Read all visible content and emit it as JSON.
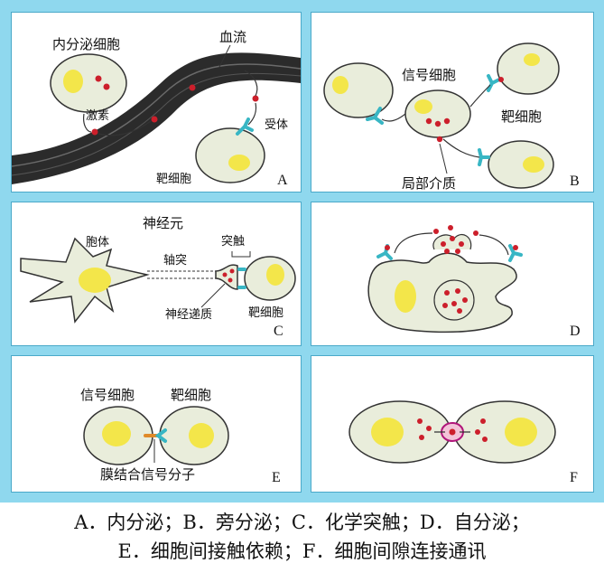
{
  "panels": {
    "a": {
      "letter": "A",
      "labels": {
        "endocrine_cell": "内分泌细胞",
        "blood_flow": "血流",
        "hormone": "激素",
        "receptor": "受体",
        "target_cell": "靶细胞"
      }
    },
    "b": {
      "letter": "B",
      "labels": {
        "signal_cell": "信号细胞",
        "target_cell": "靶细胞",
        "local_mediator": "局部介质"
      }
    },
    "c": {
      "letter": "C",
      "labels": {
        "neuron": "神经元",
        "cell_body": "胞体",
        "synapse": "突触",
        "axon": "轴突",
        "neurotransmitter": "神经递质",
        "target_cell": "靶细胞"
      }
    },
    "d": {
      "letter": "D"
    },
    "e": {
      "letter": "E",
      "labels": {
        "signal_cell": "信号细胞",
        "target_cell": "靶细胞",
        "membrane_bound_molecule": "膜结合信号分子"
      }
    },
    "f": {
      "letter": "F"
    }
  },
  "caption": {
    "line1": "A．内分泌；B．旁分泌；C．化学突触；D．自分泌；",
    "line2": "E．细胞间接触依赖；F．细胞间隙连接通讯"
  },
  "colors": {
    "frame": "#8fd8ee",
    "cell_fill": "#e9eddb",
    "nucleus": "#f3e64a",
    "molecule": "#cc1f2b",
    "receptor": "#38b6c4",
    "vessel": "#2b2b2b"
  }
}
